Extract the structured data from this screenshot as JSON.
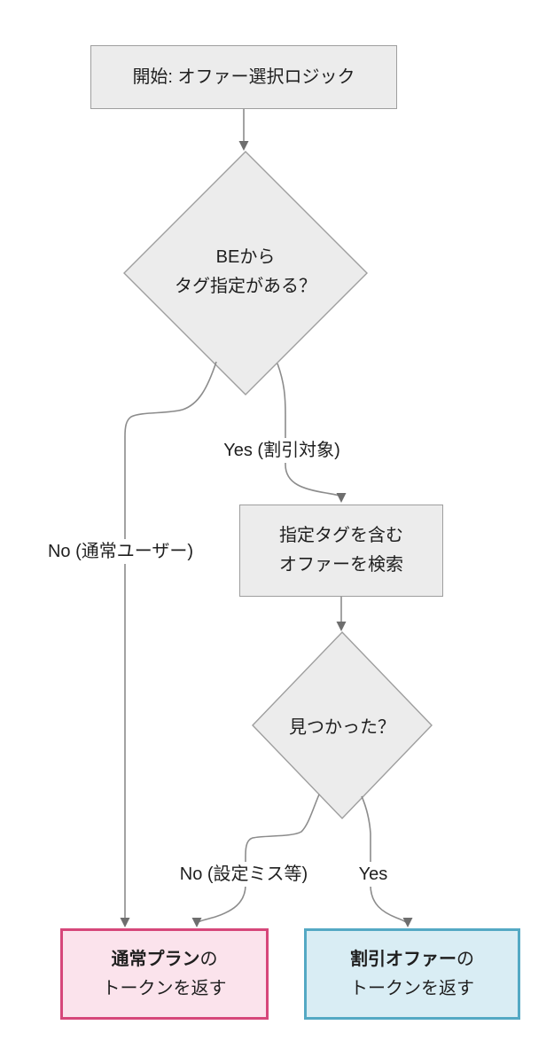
{
  "diagram_type": "flowchart",
  "nodes": {
    "start": {
      "label": "開始: オファー選択ロジック"
    },
    "tag_check": {
      "line1": "BEから",
      "line2": "タグ指定がある？"
    },
    "search": {
      "line1": "指定タグを含む",
      "line2": "オファーを検索"
    },
    "found_check": {
      "label": "見つかった？"
    },
    "normal_plan": {
      "bold": "通常プラン",
      "suffix": "の",
      "line2": "トークンを返す"
    },
    "discount_offer": {
      "bold": "割引オファー",
      "suffix": "の",
      "line2": "トークンを返す"
    }
  },
  "edge_labels": {
    "yes_discount": "Yes (割引対象)",
    "no_normal_user": "No (通常ユーザー)",
    "no_config_error": "No (設定ミス等)",
    "yes_found": "Yes"
  },
  "colors": {
    "node_fill": "#ececec",
    "node_border": "#9e9e9e",
    "edge_line": "#8c8c8c",
    "arrowhead": "#6e6e6e",
    "normal_plan_fill": "#fbe3ec",
    "normal_plan_border": "#d6477a",
    "discount_fill": "#d9edf4",
    "discount_border": "#54a9c4",
    "text": "#1f1f1f"
  }
}
